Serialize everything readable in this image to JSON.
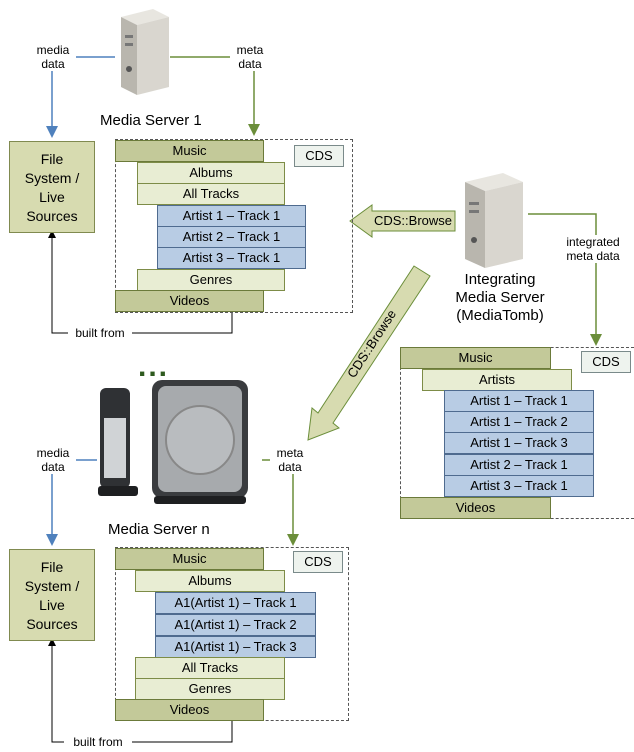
{
  "labels": {
    "media_data_top": [
      "media",
      "data"
    ],
    "meta_data_top": [
      "meta",
      "data"
    ],
    "media_data_bottom": [
      "media",
      "data"
    ],
    "meta_data_bottom": [
      "meta",
      "data"
    ],
    "built_from_top": "built from",
    "built_from_bottom": "built from",
    "integrated_meta_data": [
      "integrated",
      "meta data"
    ],
    "cds_browse_horizontal": "CDS::Browse",
    "cds_browse_diagonal": "CDS::Browse",
    "ellipsis": "..."
  },
  "server1": {
    "title": "Media Server 1",
    "file_system": [
      "File",
      "System /",
      "Live",
      "Sources"
    ],
    "cds": "CDS",
    "rows": [
      "Music",
      "Albums",
      "All Tracks",
      "Artist 1 – Track 1",
      "Artist 2 – Track 1",
      "Artist 3 – Track 1",
      "Genres",
      "Videos"
    ]
  },
  "integrating": {
    "title": [
      "Integrating",
      "Media Server",
      "(MediaTomb)"
    ],
    "cds": "CDS",
    "rows": [
      "Music",
      "Artists",
      "Artist 1 – Track 1",
      "Artist 1 – Track 2",
      "Artist 1 – Track 3",
      "Artist 2 – Track 1",
      "Artist 3 – Track 1",
      "Videos"
    ]
  },
  "servern": {
    "title": "Media Server n",
    "file_system": [
      "File",
      "System /",
      "Live",
      "Sources"
    ],
    "cds": "CDS",
    "rows": [
      "Music",
      "Albums",
      "A1(Artist 1) – Track 1",
      "A1(Artist 1) – Track 2",
      "A1(Artist 1) – Track 3",
      "All Tracks",
      "Genres",
      "Videos"
    ]
  },
  "colors": {
    "blue_arrow": "#4f81bd",
    "green_arrow": "#6b8e3a",
    "level1": "#c3c999",
    "level2": "#e8edd3",
    "level3": "#b8cce4"
  }
}
